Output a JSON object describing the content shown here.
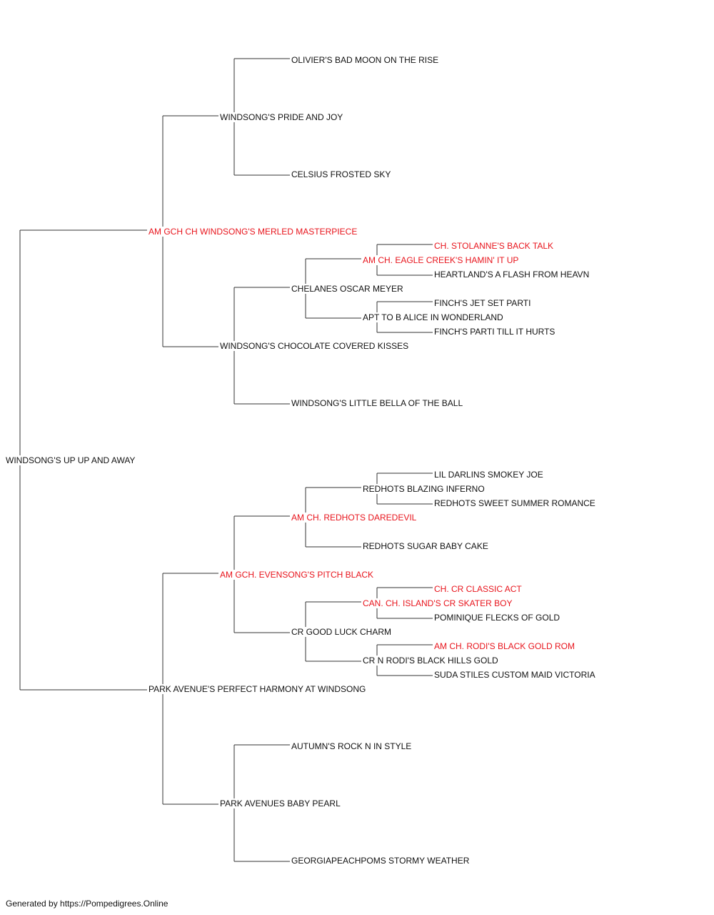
{
  "colors": {
    "champion": "#e8141c",
    "normal": "#111111",
    "line": "#333333"
  },
  "pedigree": {
    "subject": {
      "name": "WINDSONG'S UP UP AND AWAY",
      "champion": false
    },
    "sire": {
      "name": "AM GCH CH WINDSONG'S MERLED MASTERPIECE",
      "champion": true
    },
    "dam": {
      "name": "PARK AVENUE'S PERFECT HARMONY AT WINDSONG",
      "champion": false
    },
    "ss": {
      "name": "WINDSONG'S PRIDE AND JOY",
      "champion": false
    },
    "sd": {
      "name": "WINDSONG'S CHOCOLATE COVERED KISSES",
      "champion": false
    },
    "ds": {
      "name": "AM GCH. EVENSONG'S PITCH BLACK",
      "champion": true
    },
    "dd": {
      "name": "PARK AVENUES BABY PEARL",
      "champion": false
    },
    "sss": {
      "name": "OLIVIER'S BAD MOON ON THE RISE",
      "champion": false
    },
    "ssd": {
      "name": "CELSIUS FROSTED SKY",
      "champion": false
    },
    "sds": {
      "name": "CHELANES OSCAR MEYER",
      "champion": false
    },
    "sdd": {
      "name": "WINDSONG'S LITTLE BELLA OF THE BALL",
      "champion": false
    },
    "dss": {
      "name": "AM CH. REDHOTS DAREDEVIL",
      "champion": true
    },
    "dsd": {
      "name": "CR GOOD LUCK CHARM",
      "champion": false
    },
    "dds": {
      "name": "AUTUMN'S ROCK N IN STYLE",
      "champion": false
    },
    "ddd": {
      "name": "GEORGIAPEACHPOMS STORMY WEATHER",
      "champion": false
    },
    "sdss": {
      "name": "AM CH. EAGLE CREEK'S HAMIN' IT UP",
      "champion": true
    },
    "sdsd": {
      "name": "APT TO B ALICE IN WONDERLAND",
      "champion": false
    },
    "dsss": {
      "name": "REDHOTS BLAZING INFERNO",
      "champion": false
    },
    "dssd": {
      "name": "REDHOTS SUGAR BABY CAKE",
      "champion": false
    },
    "dsds": {
      "name": "CAN. CH. ISLAND'S CR SKATER BOY",
      "champion": true
    },
    "dsdd": {
      "name": "CR N RODI'S BLACK HILLS GOLD",
      "champion": false
    },
    "sdsss": {
      "name": "CH. STOLANNE'S BACK TALK",
      "champion": true
    },
    "sdssd": {
      "name": "HEARTLAND'S A FLASH FROM HEAVN",
      "champion": false
    },
    "sdsds": {
      "name": "FINCH'S JET SET PARTI",
      "champion": false
    },
    "sdsdd": {
      "name": "FINCH'S PARTI TILL IT HURTS",
      "champion": false
    },
    "dssss": {
      "name": "LIL DARLINS SMOKEY JOE",
      "champion": false
    },
    "dsssd": {
      "name": "REDHOTS SWEET SUMMER ROMANCE",
      "champion": false
    },
    "dsdss": {
      "name": "CH. CR CLASSIC ACT",
      "champion": true
    },
    "dsdsd": {
      "name": "POMINIQUE FLECKS OF GOLD",
      "champion": false
    },
    "dsdds": {
      "name": "AM CH. RODI'S BLACK GOLD ROM",
      "champion": true
    },
    "dsddd": {
      "name": "SUDA STILES CUSTOM MAID VICTORIA",
      "champion": false
    }
  },
  "footer": "Generated by https://Pompedigrees.Online"
}
